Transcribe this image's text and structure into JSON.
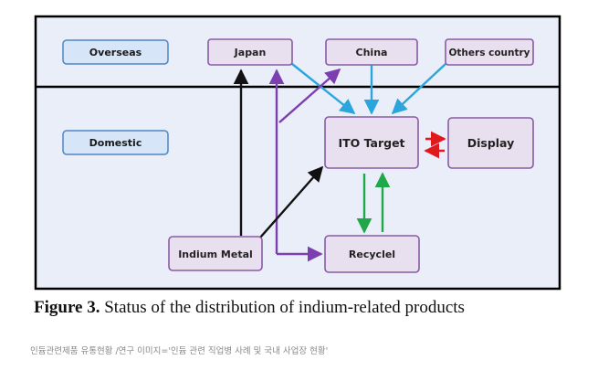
{
  "regions": {
    "overseas": "Overseas",
    "domestic": "Domestic"
  },
  "nodes": {
    "japan": "Japan",
    "china": "China",
    "others": "Others country",
    "ito_target": "ITO Target",
    "display": "Display",
    "indium_metal": "Indium Metal",
    "recycle": "Recyclel"
  },
  "caption": {
    "figure_label": "Figure 3.",
    "text": "Status of the distribution of indium-related products"
  },
  "source_note": "인듐관련제품 유통현황 /연구 이미지='인듐 관련 직업병 사례 및 국내 사업장 현황'",
  "colors": {
    "panel_fill": "#eaeef9",
    "region_box_fill": "#d6e6f8",
    "region_box_stroke": "#4d86c4",
    "node_fill": "#e8e0ee",
    "node_stroke": "#8a5aa5",
    "arrow_blue": "#2aa6dd",
    "arrow_purple": "#7d3fb0",
    "arrow_red": "#e0191e",
    "arrow_green": "#1fa84a",
    "arrow_black": "#111111"
  }
}
